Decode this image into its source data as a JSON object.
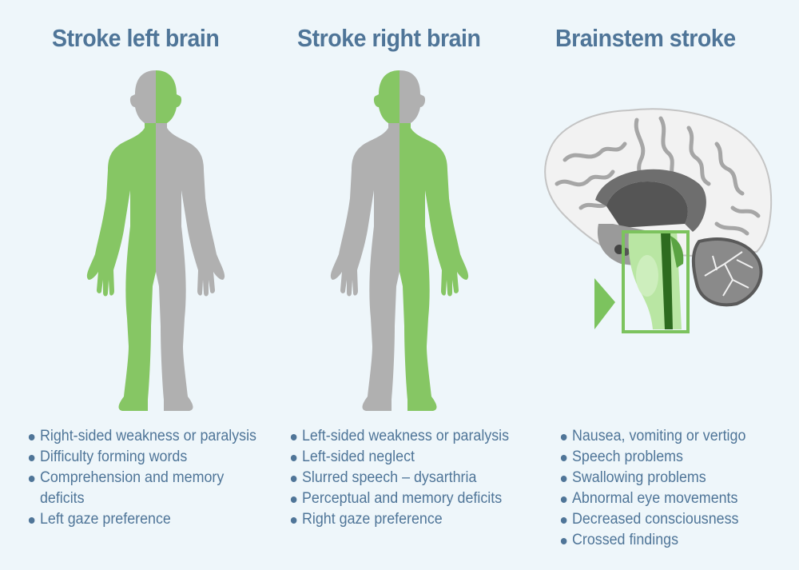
{
  "colors": {
    "background": "#eef6fa",
    "title": "#4f7598",
    "text": "#4f7598",
    "affected_green": "#86c664",
    "unaffected_grey": "#b0b0b0"
  },
  "columns": [
    {
      "title": "Stroke left brain",
      "figure": "body-figure-left-side-affected",
      "symptoms": [
        "Right-sided weakness or paralysis",
        "Difficulty forming words",
        "Comprehension and memory deficits",
        "Left gaze preference"
      ]
    },
    {
      "title": "Stroke right brain",
      "figure": "body-figure-right-side-affected",
      "symptoms": [
        "Left-sided weakness or paralysis",
        "Left-sided neglect",
        "Slurred speech – dysarthria",
        "Perceptual and memory deficits",
        "Right gaze preference"
      ]
    },
    {
      "title": "Brainstem stroke",
      "figure": "brain-sagittal-brainstem-highlighted",
      "symptoms": [
        "Nausea, vomiting or vertigo",
        "Speech problems",
        "Swallowing problems",
        "Abnormal eye movements",
        "Decreased consciousness",
        "Crossed findings"
      ]
    }
  ]
}
